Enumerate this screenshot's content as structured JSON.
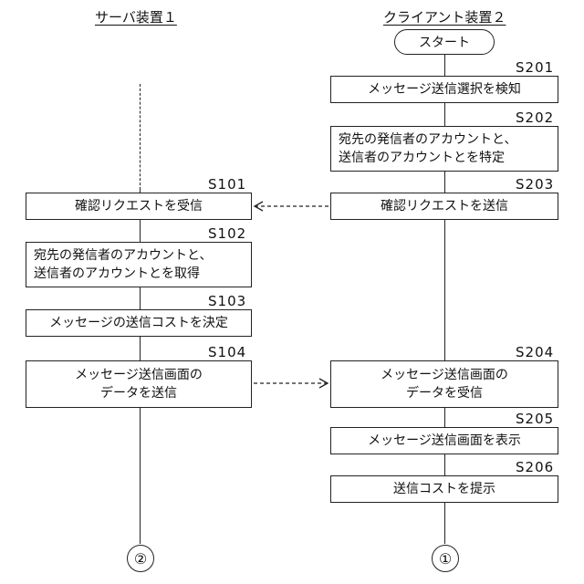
{
  "columns": {
    "server_title": "サーバ装置１",
    "client_title": "クライアント装置２"
  },
  "start_label": "スタート",
  "client_steps": {
    "s201": {
      "id": "S201",
      "lines": [
        "メッセージ送信選択を検知"
      ]
    },
    "s202": {
      "id": "S202",
      "lines": [
        "宛先の発信者のアカウントと、",
        "送信者のアカウントとを特定"
      ]
    },
    "s203": {
      "id": "S203",
      "lines": [
        "確認リクエストを送信"
      ]
    },
    "s204": {
      "id": "S204",
      "lines": [
        "メッセージ送信画面の",
        "データを受信"
      ]
    },
    "s205": {
      "id": "S205",
      "lines": [
        "メッセージ送信画面を表示"
      ]
    },
    "s206": {
      "id": "S206",
      "lines": [
        "送信コストを提示"
      ]
    }
  },
  "server_steps": {
    "s101": {
      "id": "S101",
      "lines": [
        "確認リクエストを受信"
      ]
    },
    "s102": {
      "id": "S102",
      "lines": [
        "宛先の発信者のアカウントと、",
        "送信者のアカウントとを取得"
      ]
    },
    "s103": {
      "id": "S103",
      "lines": [
        "メッセージの送信コストを決定"
      ]
    },
    "s104": {
      "id": "S104",
      "lines": [
        "メッセージ送信画面の",
        "データを送信"
      ]
    }
  },
  "connectors": {
    "server": "②",
    "client": "①"
  }
}
